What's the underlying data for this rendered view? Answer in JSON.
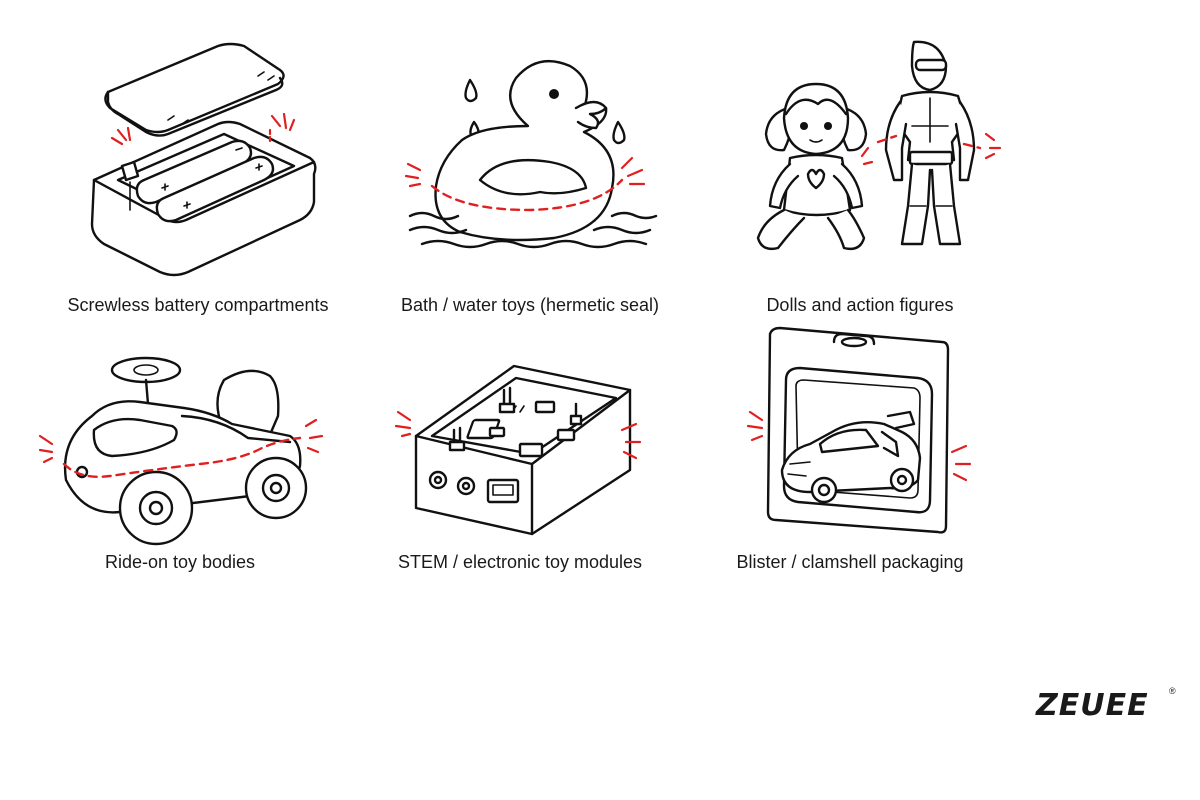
{
  "items": [
    {
      "label": "Screwless battery compartments",
      "icon": "battery-compartment-icon"
    },
    {
      "label": "Bath / water toys (hermetic seal)",
      "icon": "rubber-duck-icon"
    },
    {
      "label": "Dolls and action figures",
      "icon": "doll-figure-icon"
    },
    {
      "label": "Ride-on toy bodies",
      "icon": "ride-on-car-icon"
    },
    {
      "label": "STEM / electronic toy modules",
      "icon": "circuit-module-icon"
    },
    {
      "label": "Blister / clamshell packaging",
      "icon": "blister-pack-icon"
    }
  ],
  "brand": {
    "logo": "ZEUEE",
    "registered": "®"
  },
  "colors": {
    "ink": "#111111",
    "accent": "#e02020",
    "background": "#ffffff"
  }
}
